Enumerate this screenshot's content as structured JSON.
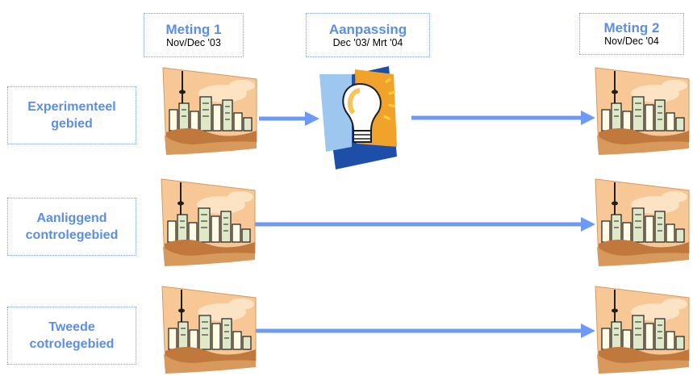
{
  "phases": [
    {
      "title": "Meting 1",
      "date": "Nov/Dec '03"
    },
    {
      "title": "Aanpassing",
      "date": "Dec '03/ Mrt '04"
    },
    {
      "title": "Meting 2",
      "date": "Nov/Dec '04"
    }
  ],
  "rows": [
    {
      "line1": "Experimenteel",
      "line2": "gebied"
    },
    {
      "line1": "Aanliggend",
      "line2": "controlegebied"
    },
    {
      "line1": "Tweede",
      "line2": "cotrolegebied"
    }
  ],
  "icons": {
    "city": "city-skyline-icon",
    "lightbulb": "lightbulb-icon"
  },
  "colors": {
    "accent_text": "#5b8ee6",
    "arrow": "#6e9af5",
    "box_border": "#7f9ccc",
    "sky": "#f6c28f",
    "ground": "#b8723a"
  }
}
